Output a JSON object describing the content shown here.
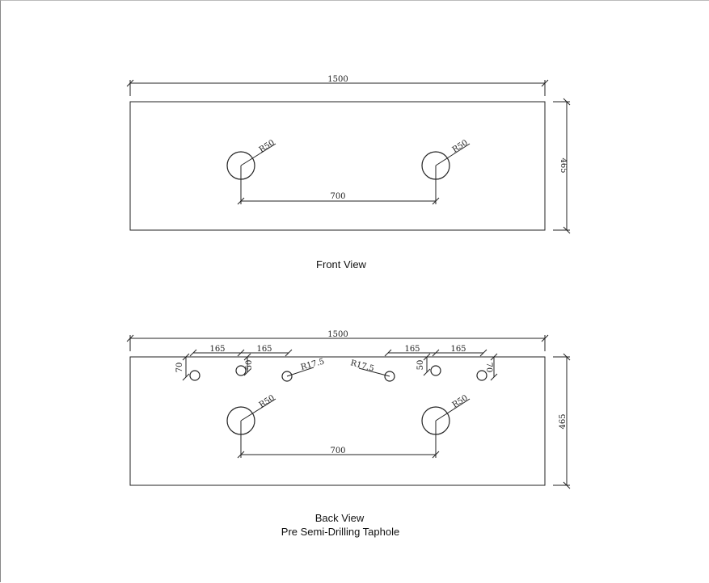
{
  "front_view": {
    "caption": "Front View",
    "width_dim": "1500",
    "height_dim": "465",
    "spacing_dim": "700",
    "radius_left": "R50",
    "radius_right": "R50"
  },
  "back_view": {
    "caption": "Back View",
    "subcaption": "Pre Semi-Drilling Taphole",
    "width_dim": "1500",
    "height_dim": "465",
    "spacing_dim": "700",
    "radius_left": "R50",
    "radius_right": "R50",
    "tap_spacing": [
      "165",
      "165",
      "165",
      "165"
    ],
    "offset_dims": [
      "70",
      "50",
      "50",
      "70"
    ],
    "tap_radius_left": "R17.5",
    "tap_radius_right": "R17.5"
  }
}
